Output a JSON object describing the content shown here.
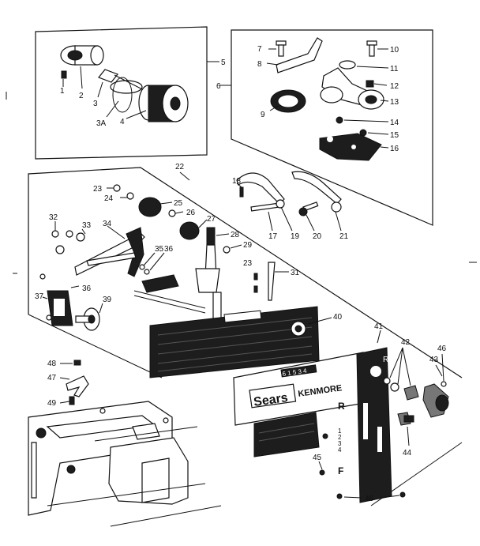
{
  "diagram": {
    "callouts": {
      "c1": "1",
      "c2": "2",
      "c3": "3",
      "c3a": "3A",
      "c4": "4",
      "c5": "5",
      "c6": "6",
      "c7": "7",
      "c8": "8",
      "c9": "9",
      "c10": "10",
      "c11": "11",
      "c12": "12",
      "c13": "13",
      "c14": "14",
      "c15": "15",
      "c16": "16",
      "c17": "17",
      "c18": "18",
      "c19": "19",
      "c20": "20",
      "c21": "21",
      "c22": "22",
      "c23a": "23",
      "c23b": "23",
      "c24": "24",
      "c25": "25",
      "c26": "26",
      "c27": "27",
      "c28": "28",
      "c29": "29",
      "c31": "31",
      "c32": "32",
      "c33": "33",
      "c34": "34",
      "c35": "35",
      "c36a": "36",
      "c36b": "36",
      "c37": "37",
      "c39": "39",
      "c40": "40",
      "c41": "41",
      "c42": "42",
      "c43": "43",
      "c44": "44",
      "c45": "45",
      "c46a": "46",
      "c46b": "46",
      "c47": "47",
      "c48": "48",
      "c49": "49"
    },
    "plate_text": {
      "brand_sears": "Sears",
      "brand_kenmore": "KENMORE",
      "model_number": "6 1 5 3 4",
      "dial_r": "R",
      "dial_f": "F",
      "dial_1": "1",
      "dial_2": "2",
      "dial_3": "3",
      "dial_4": "4",
      "dial_r_small": "R"
    }
  }
}
